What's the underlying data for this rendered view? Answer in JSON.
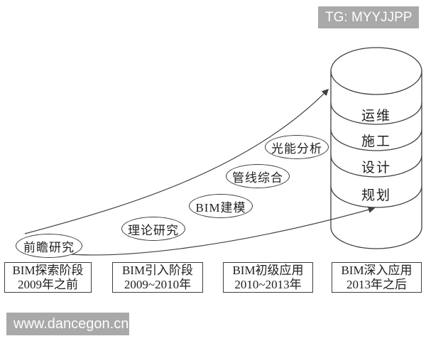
{
  "watermarks": {
    "telegram_tag": "TG: MYYJJPP",
    "site_url": "www.dancegon.cn",
    "background_color": "#a9a9a9",
    "text_color": "#fdfdfd"
  },
  "diagram": {
    "line_color": "#3f3f3f",
    "text_color": "#1f1f1f",
    "bubbles": [
      {
        "label": "前瞻研究"
      },
      {
        "label": "理论研究"
      },
      {
        "label": "BIM建模"
      },
      {
        "label": "管线综合"
      },
      {
        "label": "光能分析"
      }
    ],
    "cylinder_layers": [
      {
        "label": "运维"
      },
      {
        "label": "施工"
      },
      {
        "label": "设计"
      },
      {
        "label": "规划"
      }
    ],
    "stages": [
      {
        "name": "BIM探索阶段",
        "period": "2009年之前"
      },
      {
        "name": "BIM引入阶段",
        "period": "2009~2010年"
      },
      {
        "name": "BIM初级应用",
        "period": "2010~2013年"
      },
      {
        "name": "BIM深入应用",
        "period": "2013年之后"
      }
    ]
  }
}
